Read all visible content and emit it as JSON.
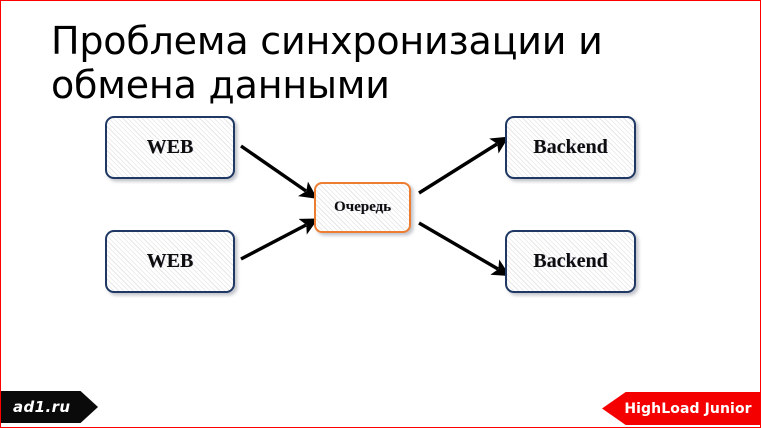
{
  "slide": {
    "title": "Проблема синхронизации и\nобмена данными",
    "border_color": "#FF0000",
    "background_color": "#FFFFFF"
  },
  "diagram": {
    "type": "flow",
    "nodes": [
      {
        "id": "web-top",
        "label": "WEB",
        "border_color": "#1F3864",
        "fill": "hatched-light-gray"
      },
      {
        "id": "web-bottom",
        "label": "WEB",
        "border_color": "#1F3864",
        "fill": "hatched-light-gray"
      },
      {
        "id": "queue",
        "label": "Очередь",
        "border_color": "#ED7D31",
        "fill": "hatched-light-gray"
      },
      {
        "id": "backend-top",
        "label": "Backend",
        "border_color": "#1F3864",
        "fill": "hatched-light-gray"
      },
      {
        "id": "backend-bottom",
        "label": "Backend",
        "border_color": "#1F3864",
        "fill": "hatched-light-gray"
      }
    ],
    "edges": [
      {
        "id": "web-top-to-queue",
        "from": "web-top",
        "to": "queue",
        "color": "#000000"
      },
      {
        "id": "web-bottom-to-queue",
        "from": "web-bottom",
        "to": "queue",
        "color": "#000000"
      },
      {
        "id": "queue-to-backend-top",
        "from": "queue",
        "to": "backend-top",
        "color": "#000000"
      },
      {
        "id": "queue-to-backend-bottom",
        "from": "queue",
        "to": "backend-bottom",
        "color": "#000000"
      }
    ]
  },
  "footer": {
    "brand": "ad1.ru",
    "brand_background": "#0A0A0A",
    "event": "HighLoad Junior",
    "event_background": "#F50000"
  }
}
